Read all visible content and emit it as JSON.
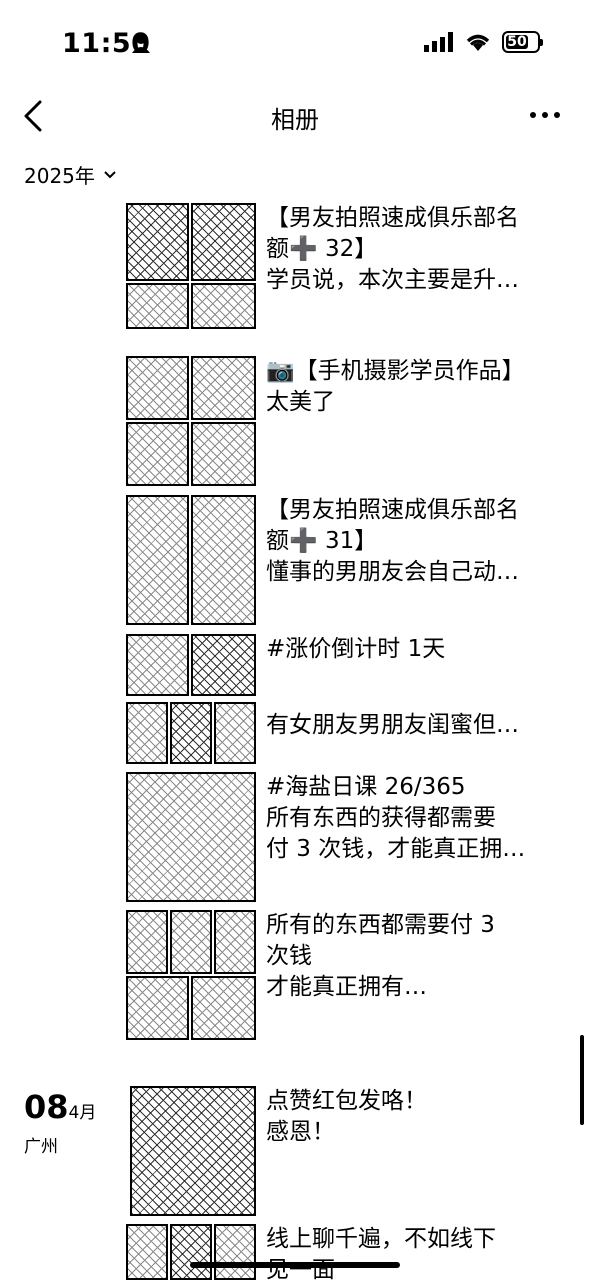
{
  "status_bar": {
    "time": "11:50",
    "battery": "50"
  },
  "nav": {
    "title": "相册"
  },
  "year_selector": {
    "label": "2025年"
  },
  "entries": [
    {
      "line1": "【男友拍照速成俱乐部名",
      "line2": "额➕ 32】",
      "line3": "学员说，本次主要是升…"
    },
    {
      "line1": "📷【手机摄影学员作品】",
      "line2": "太美了"
    },
    {
      "line1": "【男友拍照速成俱乐部名",
      "line2": "额➕ 31】",
      "line3": "懂事的男朋友会自己动…"
    },
    {
      "line1": "#涨价倒计时 1天"
    },
    {
      "line1": "有女朋友男朋友闺蜜但…"
    },
    {
      "line1": "#海盐日课 26/365",
      "line2": "所有东西的获得都需要",
      "line3": "付 3 次钱，才能真正拥…"
    },
    {
      "line1": "所有的东西都需要付 3",
      "line2": "次钱",
      "line3": "才能真正拥有…"
    },
    {
      "line1": "点赞红包发咯！",
      "line2": "感恩！"
    },
    {
      "line1": "线上聊千遍，不如线下",
      "line2": "见一面"
    }
  ],
  "date_group": {
    "day": "08",
    "month": "4月",
    "location": "广州"
  }
}
